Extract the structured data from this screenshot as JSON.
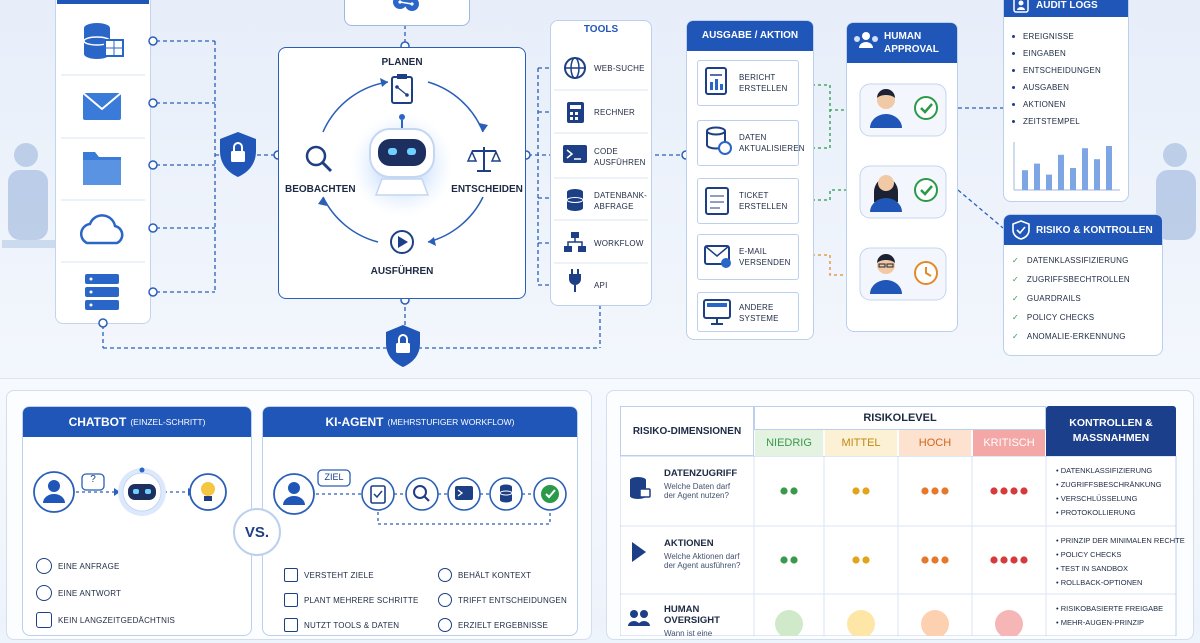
{
  "top": {
    "planen": "PLANEN",
    "beobachten": "BEOBACHTEN",
    "entscheiden": "ENTSCHEIDEN",
    "ausfuehren": "AUSFÜHREN"
  },
  "tools": {
    "title": "TOOLS",
    "items": [
      "WEB-SUCHE",
      "RECHNER",
      "CODE AUSFÜHREN",
      "DATENBANK-ABFRAGE",
      "WORKFLOW",
      "API"
    ]
  },
  "ausgabe": {
    "title": "AUSGABE / AKTION",
    "items": [
      "BERICHT ERSTELLEN",
      "DATEN AKTUALISIEREN",
      "TICKET ERSTELLEN",
      "E-MAIL VERSENDEN",
      "ANDERE SYSTEME"
    ]
  },
  "human": {
    "title_line1": "HUMAN",
    "title_line2": "APPROVAL"
  },
  "audit": {
    "title": "AUDIT LOGS",
    "items": [
      "EREIGNISSE",
      "EINGABEN",
      "ENTSCHEIDUNGEN",
      "AUSGABEN",
      "AKTIONEN",
      "ZEITSTEMPEL"
    ],
    "bars": [
      0.45,
      0.6,
      0.35,
      0.8,
      0.5,
      0.95,
      0.7,
      1.0
    ]
  },
  "risiko": {
    "title": "RISIKO & KONTROLLEN",
    "items": [
      "DATENKLASSIFIZIERUNG",
      "ZUGRIFFSBECHTROLLEN",
      "GUARDRAILS",
      "POLICY CHECKS",
      "ANOMALIE-ERKENNUNG"
    ]
  },
  "chatbot": {
    "title": "CHATBOT",
    "subtitle": "(EINZEL-SCHRITT)",
    "bubble": "?",
    "items": [
      "EINE ANFRAGE",
      "EINE ANTWORT",
      "KEIN LANGZEITGEDÄCHTNIS"
    ]
  },
  "vs": "VS.",
  "agent": {
    "title": "KI-AGENT",
    "subtitle": "(MEHRSTUFIGER WORKFLOW)",
    "bubble": "ZIEL",
    "items_left": [
      "VERSTEHT ZIELE",
      "PLANT MEHRERE SCHRITTE",
      "NUTZT TOOLS & DATEN"
    ],
    "items_right": [
      "BEHÄLT KONTEXT",
      "TRIFFT ENTSCHEIDUNGEN",
      "ERZIELT ERGEBNISSE"
    ]
  },
  "table": {
    "dim_header": "RISIKO-DIMENSIONEN",
    "level_header": "RISIKOLEVEL",
    "levels": [
      "NIEDRIG",
      "MITTEL",
      "HOCH",
      "KRITISCH"
    ],
    "level_colors": [
      "#3a9a4a",
      "#e3a31a",
      "#e5782a",
      "#d63a3a"
    ],
    "controls_header_line1": "KONTROLLEN &",
    "controls_header_line2": "MASSNAHMEN",
    "rows": [
      {
        "title": "DATENZUGRIFF",
        "desc1": "Welche Daten darf",
        "desc2": "der Agent nutzen?",
        "controls": [
          "DATENKLASSIFIZIERUNG",
          "ZUGRIFFSBESCHRÄNKUNG",
          "VERSCHLÜSSELUNG",
          "PROTOKOLLIERUNG"
        ]
      },
      {
        "title": "AKTIONEN",
        "desc1": "Welche Aktionen darf",
        "desc2": "der Agent ausführen?",
        "controls": [
          "PRINZIP DER MINIMALEN RECHTE",
          "POLICY CHECKS",
          "TEST IN SANDBOX",
          "ROLLBACK-OPTIONEN"
        ]
      },
      {
        "title": "HUMAN OVERSIGHT",
        "desc1": "Wann ist eine",
        "desc2": "",
        "controls": [
          "RISIKOBASIERTE FREIGABE",
          "MEHR-AUGEN-PRINZIP"
        ]
      }
    ],
    "dot_counts": [
      2,
      2,
      3,
      4
    ]
  }
}
